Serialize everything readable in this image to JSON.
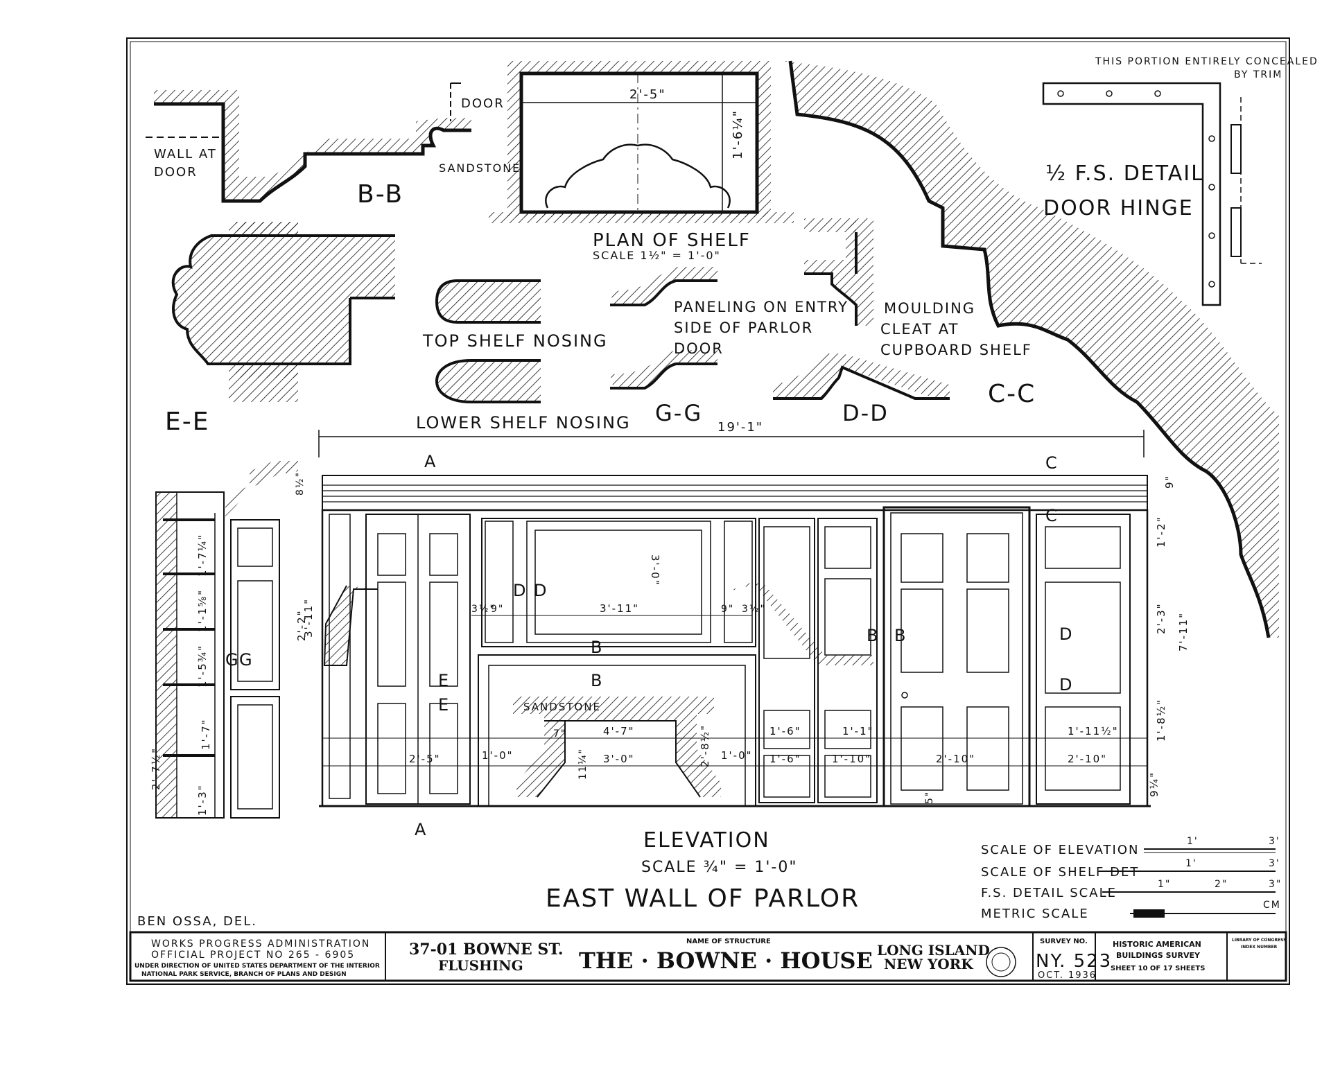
{
  "bb": {
    "wall_at_door": "WALL AT",
    "wall_door": "DOOR",
    "door": "DOOR",
    "sandstone": "SANDSTONE",
    "section": "B-B"
  },
  "shelf": {
    "dim_w": "2'-5\"",
    "dim_h": "1'-6¼\"",
    "title": "PLAN OF SHELF",
    "scale": "SCALE 1½\" = 1'-0\""
  },
  "hinge": {
    "note1": "THIS PORTION ENTIRELY CONCEALED",
    "note2": "BY TRIM",
    "title1": "½ F.S. DETAIL",
    "title2": "DOOR HINGE"
  },
  "details": {
    "top_nosing": "TOP SHELF NOSING",
    "lower_nosing": "LOWER SHELF NOSING",
    "paneling1": "PANELING ON ENTRY",
    "paneling2": "SIDE OF PARLOR",
    "paneling3": "DOOR",
    "moulding1": "MOULDING",
    "moulding2": "CLEAT AT",
    "moulding3": "CUPBOARD SHELF",
    "ee": "E-E",
    "gg": "G-G",
    "dd": "D-D",
    "cc": "C-C"
  },
  "elevation": {
    "overall": "19'-1\"",
    "sec_a": "A",
    "sec_c": "C",
    "sec_b": "B",
    "sec_d": "D",
    "sec_e": "E",
    "sec_g": "G",
    "sandstone": "SANDSTONE",
    "dims": [
      "8½\"",
      "2'-2\"",
      "3'-11\"",
      "3½\"",
      "9\"",
      "3'-0\"",
      "2'-5\"",
      "1'-0\"",
      "4'-7\"",
      "3'-0\"",
      "2'-8½\"",
      "1'-6\"",
      "1'-1\"",
      "1'-10\"",
      "2'-10\"",
      "1'-11½\"",
      "7'-11\"",
      "2'-3\"",
      "1'-2\"",
      "9\"",
      "1'-8½\"",
      "9¼\"",
      "1'-7¼\"",
      "1'-1⅝\"",
      "1'-5¾\"",
      "1'-7\"",
      "1'-3\"",
      "2'-7½\"",
      "11¼\"",
      "7\"",
      "5\""
    ]
  },
  "titles": {
    "elevation": "ELEVATION",
    "scale": "SCALE ¾\" = 1'-0\"",
    "wall": "EAST WALL OF PARLOR",
    "del": "BEN OSSA, DEL."
  },
  "scales": {
    "s1": "SCALE OF ELEVATION",
    "s2": "SCALE OF SHELF DET",
    "s3": "F.S. DETAIL SCALE",
    "s4": "METRIC SCALE",
    "cm": "CM",
    "one": "1'",
    "three": "3'",
    "one_in": "1\"",
    "two_in": "2\"",
    "three_in": "3\""
  },
  "title_block": {
    "wpa1": "WORKS PROGRESS ADMINISTRATION",
    "wpa2": "OFFICIAL PROJECT NO 265 - 6905",
    "wpa3": "UNDER DIRECTION OF UNITED STATES DEPARTMENT OF THE INTERIOR",
    "wpa4": "NATIONAL PARK SERVICE, BRANCH OF PLANS AND DESIGN",
    "addr1": "37-01 BOWNE ST.",
    "addr2": "FLUSHING",
    "name_label": "NAME OF STRUCTURE",
    "name": "THE · BOWNE · HOUSE",
    "loc1": "LONG ISLAND",
    "loc2": "NEW YORK",
    "survey_label": "SURVEY NO.",
    "survey_no": "NY. 523",
    "date": "OCT. 1936",
    "habs1": "HISTORIC AMERICAN",
    "habs2": "BUILDINGS SURVEY",
    "sheet": "SHEET 10 OF 17 SHEETS",
    "loc_label1": "LIBRARY OF CONGRESS",
    "loc_label2": "INDEX NUMBER"
  }
}
